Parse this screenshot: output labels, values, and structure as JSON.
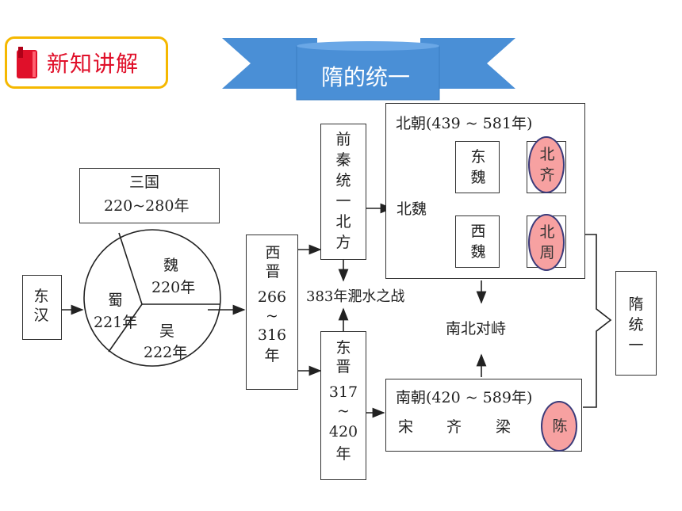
{
  "header": {
    "badge_label": "新知讲解",
    "title": "隋的统一"
  },
  "diagram": {
    "three_kingdoms": {
      "title": "三国",
      "years": "220~280年"
    },
    "eastern_han": "东汉",
    "wei": {
      "name": "魏",
      "year": "220年"
    },
    "shu": {
      "name": "蜀",
      "year": "221年"
    },
    "wu": {
      "name": "吴",
      "year": "222年"
    },
    "western_jin": {
      "name": "西晋",
      "start": "266",
      "tilde": "~",
      "end": "316",
      "unit": "年"
    },
    "former_qin": "前秦统一北方",
    "battle": "383年淝水之战",
    "eastern_jin": {
      "name": "东晋",
      "start": "317",
      "tilde": "~",
      "end": "420",
      "unit": "年"
    },
    "northern_dynasties": {
      "title": "北朝(439 ~ 581年)",
      "northern_wei": "北魏",
      "eastern_wei": "东魏",
      "western_wei": "西魏",
      "northern_qi": "北齐",
      "northern_zhou": "北周"
    },
    "confrontation": "南北对峙",
    "southern_dynasties": {
      "title": "南朝(420 ~ 589年)",
      "song": "宋",
      "qi": "齐",
      "liang": "梁",
      "chen": "陈"
    },
    "sui_unification": "隋统一"
  },
  "colors": {
    "badge_border": "#f5b800",
    "badge_text": "#e0102a",
    "ribbon": "#4a8fd6",
    "highlight": "#f7a1a1"
  }
}
